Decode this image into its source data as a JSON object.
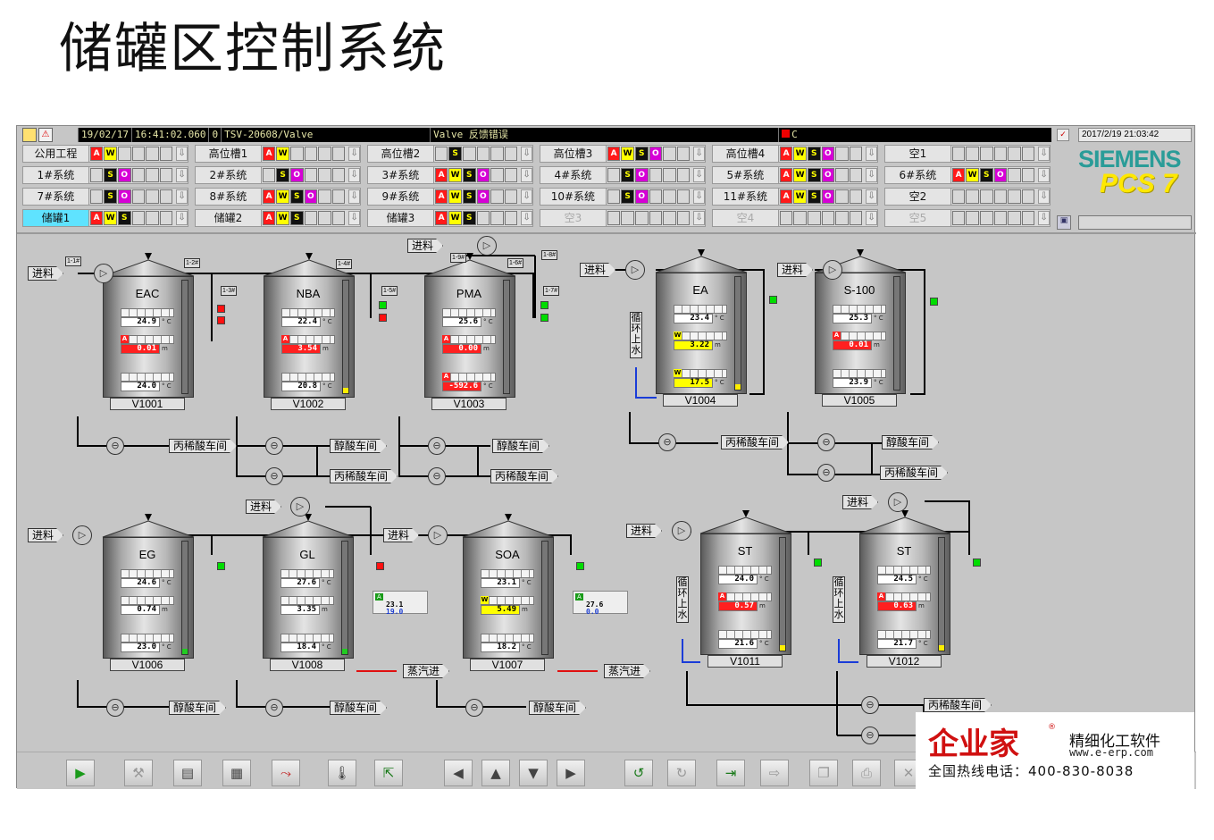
{
  "title": "储罐区控制系统",
  "alarm_line": {
    "date": "19/02/17",
    "time": "16:41:02.060",
    "flag": "0",
    "tag": "TSV-20608/Valve",
    "message": "Valve 反馈错误",
    "class": "C"
  },
  "datetime": "2017/2/19 21:03:42",
  "brand": "SIEMENS",
  "product": "PCS 7",
  "nav": [
    {
      "label": "公用工程",
      "states": [
        "A",
        "W",
        "E",
        "E"
      ]
    },
    {
      "label": "高位槽1",
      "states": [
        "A",
        "W",
        "E",
        "E"
      ]
    },
    {
      "label": "高位槽2",
      "states": [
        "E",
        "S",
        "E",
        "E"
      ]
    },
    {
      "label": "高位槽3",
      "states": [
        "A",
        "W",
        "S",
        "O"
      ]
    },
    {
      "label": "高位槽4",
      "states": [
        "A",
        "W",
        "S",
        "O"
      ]
    },
    {
      "label": "空1",
      "states": [
        "E",
        "E",
        "E",
        "E"
      ]
    },
    {
      "label": "1#系统",
      "states": [
        "E",
        "S",
        "O",
        "E"
      ]
    },
    {
      "label": "2#系统",
      "states": [
        "E",
        "S",
        "O",
        "E"
      ]
    },
    {
      "label": "3#系统",
      "states": [
        "A",
        "W",
        "S",
        "O"
      ]
    },
    {
      "label": "4#系统",
      "states": [
        "E",
        "S",
        "O",
        "E"
      ]
    },
    {
      "label": "5#系统",
      "states": [
        "A",
        "W",
        "S",
        "O"
      ]
    },
    {
      "label": "6#系统",
      "states": [
        "A",
        "W",
        "S",
        "O"
      ]
    },
    {
      "label": "7#系统",
      "states": [
        "E",
        "S",
        "O",
        "E"
      ]
    },
    {
      "label": "8#系统",
      "states": [
        "A",
        "W",
        "S",
        "O"
      ]
    },
    {
      "label": "9#系统",
      "states": [
        "A",
        "W",
        "S",
        "O"
      ]
    },
    {
      "label": "10#系统",
      "states": [
        "E",
        "S",
        "O",
        "E"
      ]
    },
    {
      "label": "11#系统",
      "states": [
        "A",
        "W",
        "S",
        "O"
      ]
    },
    {
      "label": "空2",
      "states": [
        "E",
        "E",
        "E",
        "E"
      ]
    },
    {
      "label": "储罐1",
      "states": [
        "A",
        "W",
        "S",
        "E"
      ],
      "active": true
    },
    {
      "label": "储罐2",
      "states": [
        "A",
        "W",
        "S",
        "E"
      ]
    },
    {
      "label": "储罐3",
      "states": [
        "A",
        "W",
        "S",
        "E"
      ]
    },
    {
      "label": "空3",
      "states": [
        "E",
        "E",
        "E",
        "E"
      ],
      "dim": true
    },
    {
      "label": "空4",
      "states": [
        "E",
        "E",
        "E",
        "E"
      ],
      "dim": true
    },
    {
      "label": "空5",
      "states": [
        "E",
        "E",
        "E",
        "E"
      ],
      "dim": true
    }
  ],
  "labels": {
    "feed": "进料",
    "acid1": "丙稀酸车间",
    "acid2": "醇酸车间",
    "steam": "蒸汽进",
    "recycle": "循环上水",
    "temp_unit": "° C",
    "level_unit": "m"
  },
  "valve_tags": [
    "1-1#",
    "1-2#",
    "1-3#",
    "1-4#",
    "1-5#",
    "1-6#",
    "1-7#",
    "1-8#",
    "1-9#"
  ],
  "tanks": [
    {
      "name": "EAC",
      "tag": "V1001",
      "t1": "24.9",
      "lvl": "0.01",
      "t2": "24.0"
    },
    {
      "name": "NBA",
      "tag": "V1002",
      "t1": "22.4",
      "lvl": "3.54",
      "t2": "20.8"
    },
    {
      "name": "PMA",
      "tag": "V1003",
      "t1": "25.6",
      "lvl": "0.00",
      "t2": "-592.6"
    },
    {
      "name": "EA",
      "tag": "V1004",
      "t1": "23.4",
      "lvl": "3.22",
      "t2": "17.5"
    },
    {
      "name": "S-100",
      "tag": "V1005",
      "t1": "25.3",
      "lvl": "0.01",
      "t2": "23.9"
    },
    {
      "name": "EG",
      "tag": "V1006",
      "t1": "24.6",
      "lvl": "0.74",
      "t2": "23.0"
    },
    {
      "name": "GL",
      "tag": "V1008",
      "t1": "27.6",
      "lvl": "3.35",
      "t2": "18.4"
    },
    {
      "name": "SOA",
      "tag": "V1007",
      "t1": "23.1",
      "lvl": "5.49",
      "t2": "18.2"
    },
    {
      "name": "ST",
      "tag": "V1011",
      "t1": "24.0",
      "lvl": "0.57",
      "t2": "21.6"
    },
    {
      "name": "ST",
      "tag": "V1012",
      "t1": "24.5",
      "lvl": "0.63",
      "t2": "21.7"
    }
  ],
  "steam_meters": [
    {
      "a": "23.1",
      "b": "19.0"
    },
    {
      "a": "27.6",
      "b": "0.0"
    }
  ],
  "footer": {
    "company": "企业家",
    "registered": "®",
    "slogan": "精细化工软件",
    "url": "www.e-erp.com",
    "hotline": "全国热线电话：400-830-8038"
  }
}
